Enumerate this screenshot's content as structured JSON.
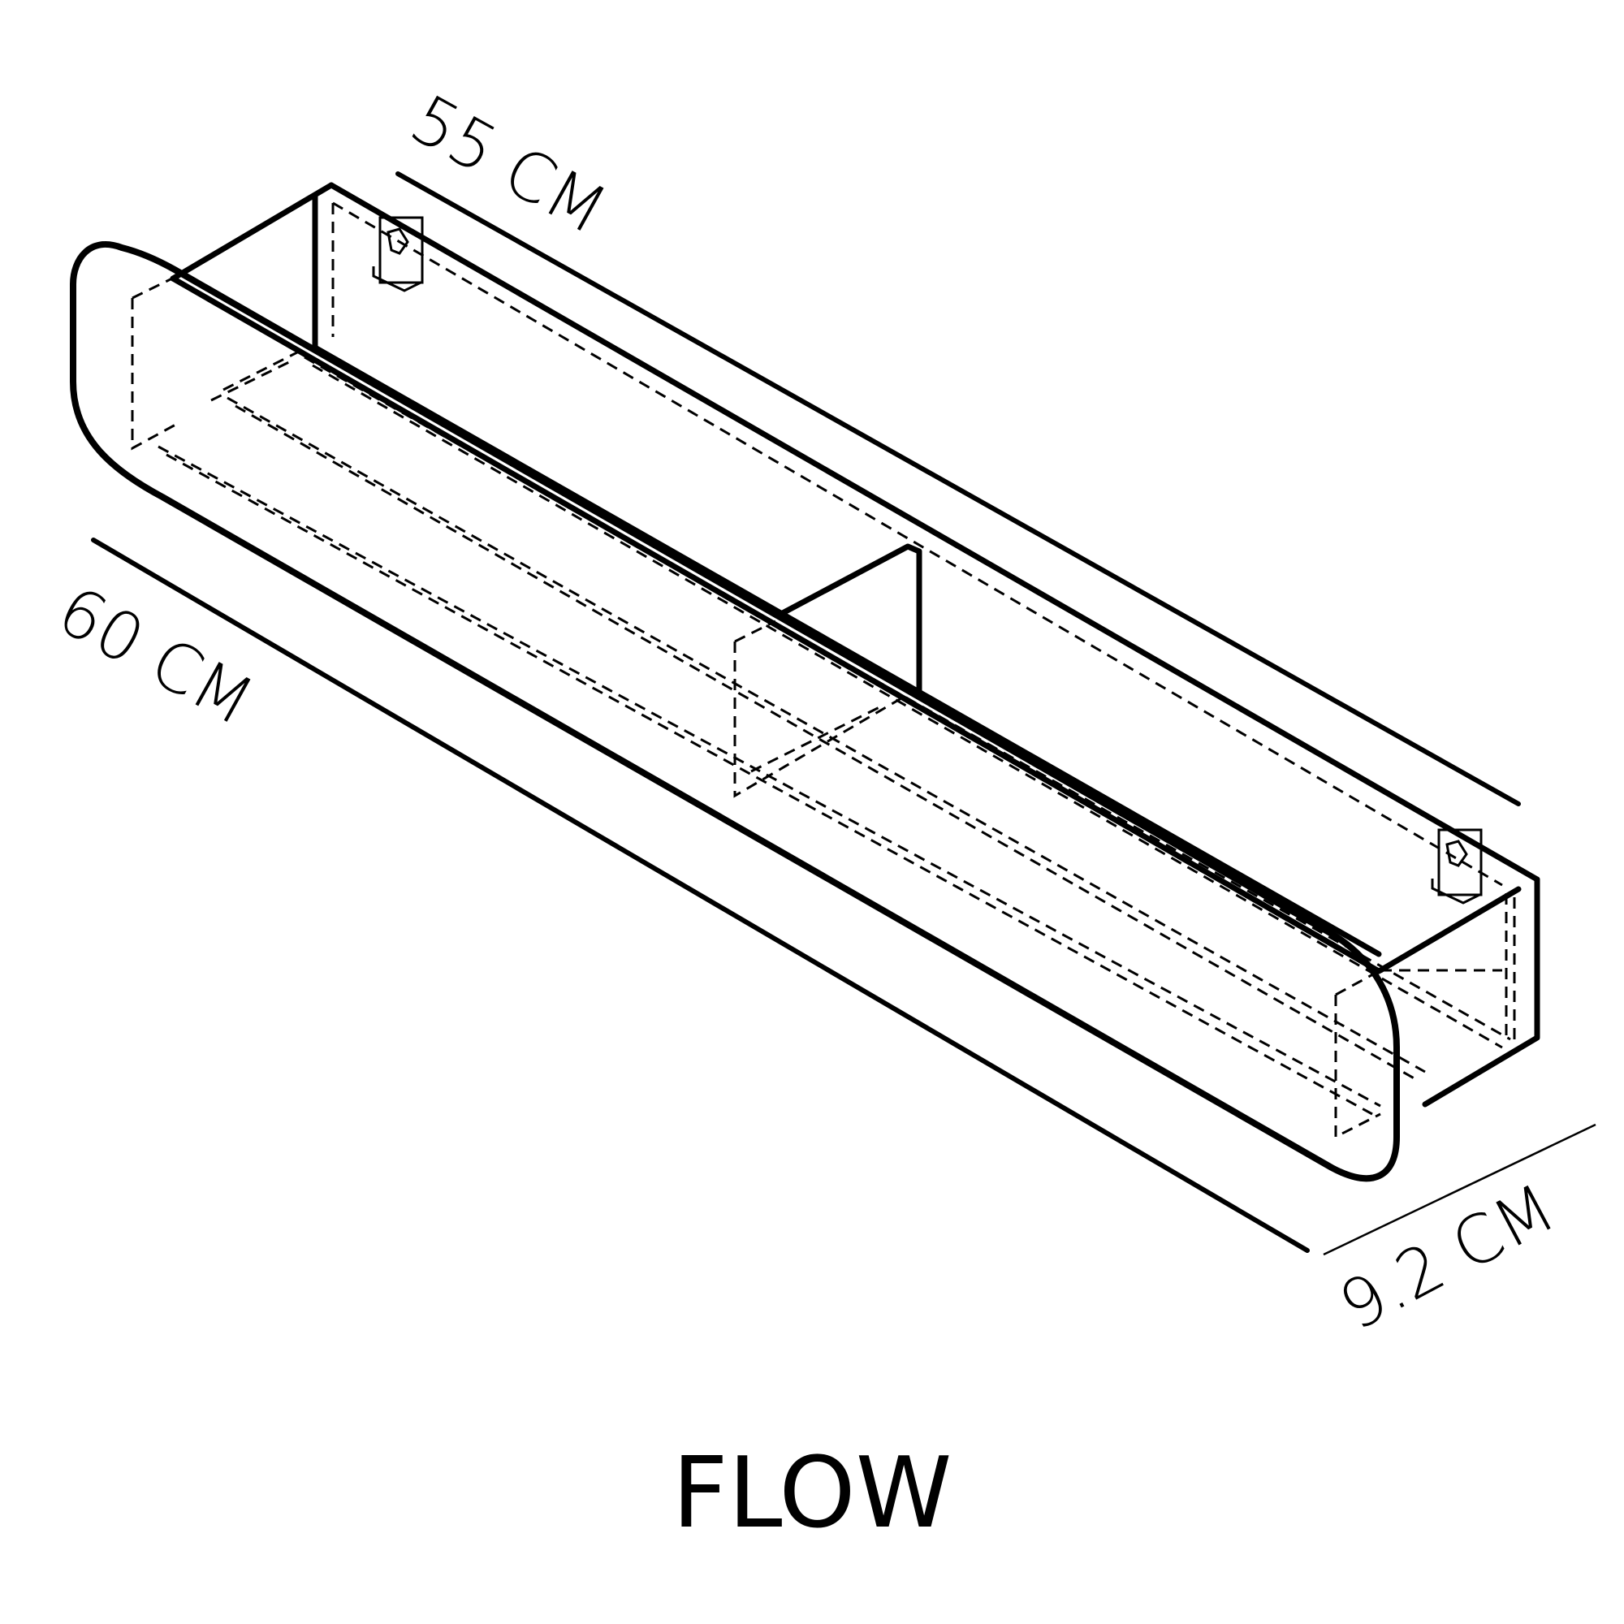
{
  "product": {
    "name": "FLOW"
  },
  "dimensions": {
    "back_length": "55 CM",
    "front_length": "60 CM",
    "depth": "9.2 CM"
  },
  "colors": {
    "line": "#000000",
    "background": "#ffffff"
  },
  "icons": [
    "wall-bracket-icon",
    "wall-bracket-icon"
  ]
}
